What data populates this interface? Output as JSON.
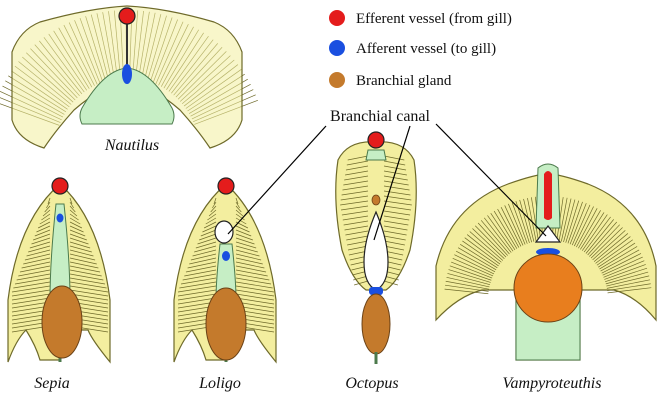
{
  "legend": {
    "items": [
      {
        "label": "Efferent vessel (from gill)",
        "color": "#e41c1c"
      },
      {
        "label": "Afferent vessel (to gill)",
        "color": "#1a4fe0"
      },
      {
        "label": "Branchial gland",
        "color": "#c47a2c"
      }
    ]
  },
  "callout": {
    "label": "Branchial canal"
  },
  "species": [
    "Nautilus",
    "Sepia",
    "Loligo",
    "Octopus",
    "Vampyroteuthis"
  ],
  "colors": {
    "gill": "#f3ee9f",
    "gill_stroke": "#6e6a2a",
    "axis": "#c6eec5",
    "efferent": "#e41c1c",
    "afferent": "#1a4fe0",
    "gland": "#c47a2c",
    "canal": "#ffffff"
  }
}
